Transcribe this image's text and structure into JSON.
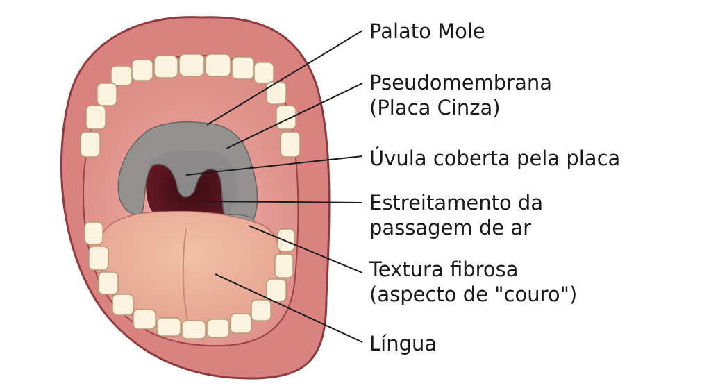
{
  "labels": [
    {
      "lines": [
        "Palato Mole"
      ]
    },
    {
      "lines": [
        "Pseudomembrana",
        "(Placa Cinza)"
      ]
    },
    {
      "lines": [
        "Úvula coberta pela placa"
      ]
    },
    {
      "lines": [
        "Estreitamento da",
        "passagem de ar"
      ]
    },
    {
      "lines": [
        "Textura fibrosa",
        "(aspecto de \"couro\")"
      ]
    },
    {
      "lines": [
        "Língua"
      ]
    }
  ]
}
